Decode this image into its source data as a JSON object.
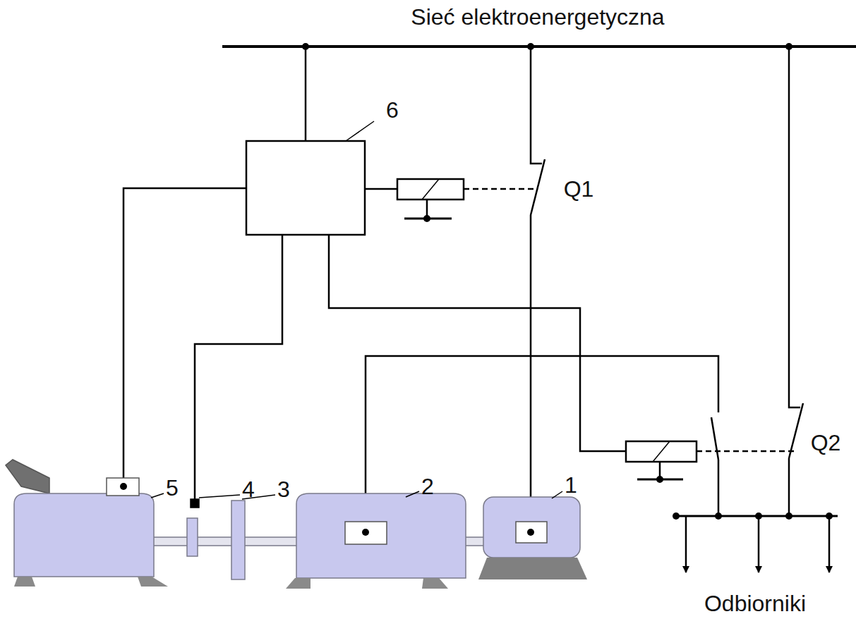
{
  "diagram": {
    "labels": [
      "Sieć elektroenergetyczna",
      "6",
      "Q1",
      "5",
      "4",
      "3",
      "2",
      "1",
      "Q2",
      "Odbiorniki"
    ]
  }
}
